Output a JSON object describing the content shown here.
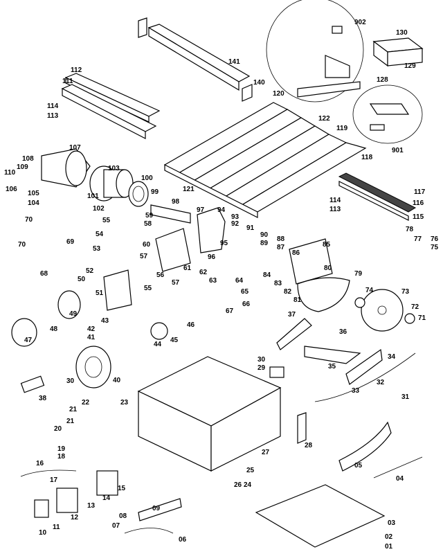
{
  "labels": {
    "p01": "01",
    "p02": "02",
    "p03": "03",
    "p04": "04",
    "p05": "05",
    "p06": "06",
    "p07": "07",
    "p08": "08",
    "p09": "09",
    "p10": "10",
    "p11": "11",
    "p12": "12",
    "p13": "13",
    "p14": "14",
    "p15": "15",
    "p16": "16",
    "p17": "17",
    "p18": "18",
    "p19": "19",
    "p20": "20",
    "p21": "21",
    "p22": "22",
    "p23": "23",
    "p24": "24",
    "p25": "25",
    "p26": "26",
    "p27": "27",
    "p28": "28",
    "p29": "29",
    "p30": "30",
    "p30b": "30",
    "p31": "31",
    "p32": "32",
    "p33": "33",
    "p34": "34",
    "p35": "35",
    "p36": "36",
    "p37": "37",
    "p38": "38",
    "p40": "40",
    "p41": "41",
    "p42": "42",
    "p43": "43",
    "p44": "44",
    "p45": "45",
    "p46": "46",
    "p47": "47",
    "p48": "48",
    "p49": "49",
    "p50": "50",
    "p51": "51",
    "p52": "52",
    "p53": "53",
    "p54": "54",
    "p55": "55",
    "p55b": "55",
    "p56": "56",
    "p57": "57",
    "p57b": "57",
    "p58": "58",
    "p59": "59",
    "p60": "60",
    "p61": "61",
    "p62": "62",
    "p63": "63",
    "p64": "64",
    "p65": "65",
    "p66": "66",
    "p67": "67",
    "p68": "68",
    "p69": "69",
    "p70": "70",
    "p70b": "70",
    "p71": "71",
    "p72": "72",
    "p73": "73",
    "p74": "74",
    "p75": "75",
    "p76": "76",
    "p77": "77",
    "p78": "78",
    "p79": "79",
    "p80": "80",
    "p81": "81",
    "p82": "82",
    "p83": "83",
    "p84": "84",
    "p85": "85",
    "p86": "86",
    "p87": "87",
    "p88": "88",
    "p89": "89",
    "p90": "90",
    "p91": "91",
    "p92": "92",
    "p93": "93",
    "p94": "94",
    "p95": "95",
    "p96": "96",
    "p97": "97",
    "p98": "98",
    "p99": "99",
    "p100": "100",
    "p101": "101",
    "p102": "102",
    "p103": "103",
    "p104": "104",
    "p105": "105",
    "p106": "106",
    "p107": "107",
    "p108": "108",
    "p109": "109",
    "p110": "110",
    "p111": "111",
    "p112": "112",
    "p113": "113",
    "p113b": "113",
    "p114": "114",
    "p114b": "114",
    "p115": "115",
    "p116": "116",
    "p117": "117",
    "p118": "118",
    "p119": "119",
    "p120": "120",
    "p121": "121",
    "p122": "122",
    "p128": "128",
    "p129": "129",
    "p130": "130",
    "p140": "140",
    "p141": "141",
    "p901": "901",
    "p902": "902"
  }
}
